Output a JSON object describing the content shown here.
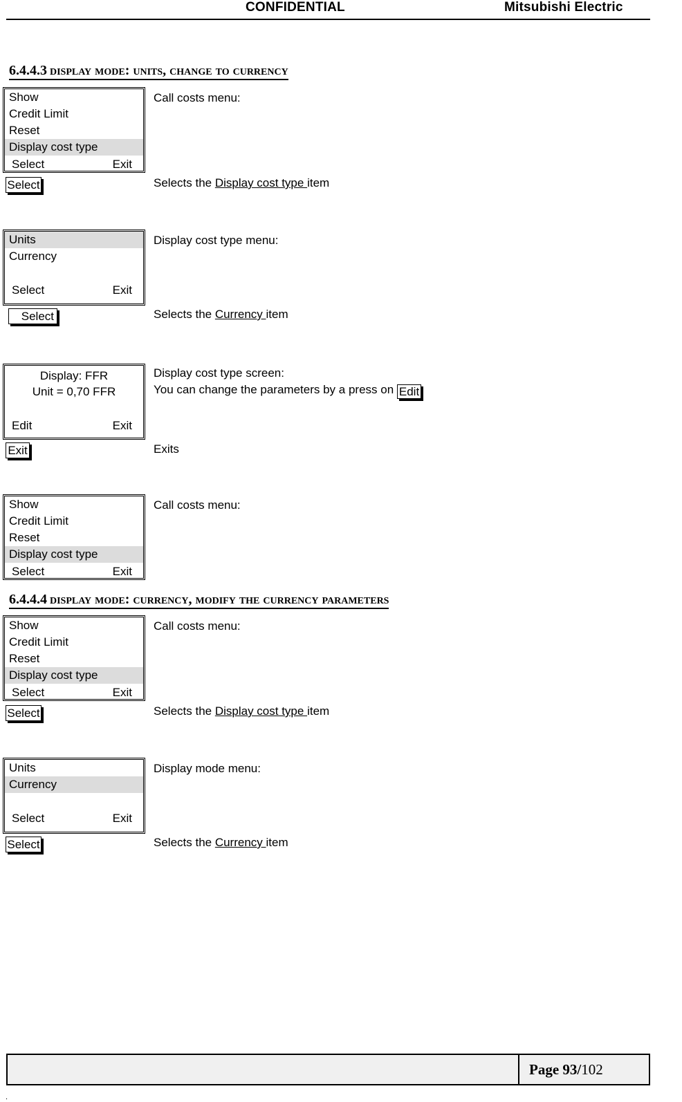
{
  "header": {
    "confidential": "CONFIDENTIAL",
    "company": "Mitsubishi Electric"
  },
  "footer": {
    "page_label": "Page 93/",
    "page_total": "102",
    "end_mark": "."
  },
  "sections": [
    {
      "number": "6.4.4.3",
      "title": "Display mode: units, change to currency"
    },
    {
      "number": "6.4.4.4",
      "title": "Display mode: currency, modify the currency parameters"
    }
  ],
  "panels": [
    {
      "id": "panel-call-costs-1",
      "rows": [
        "Show",
        "Credit Limit",
        "Reset",
        "Display cost type"
      ],
      "selected_index": 3,
      "softkey_left": "Select",
      "softkey_right": "Exit",
      "caption": "Call costs menu:"
    },
    {
      "id": "panel-display-cost-type-1",
      "rows": [
        "Units",
        "Currency",
        ""
      ],
      "selected_index": 0,
      "softkey_left": "Select",
      "softkey_right": "Exit",
      "caption": "Display cost type menu:"
    },
    {
      "id": "panel-display-cost-type-screen",
      "rows": [
        "Display: FFR",
        "Unit = 0,70 FFR",
        ""
      ],
      "selected_index": -1,
      "softkey_left": "Edit",
      "softkey_right": "Exit",
      "caption": "Display cost type screen:"
    },
    {
      "id": "panel-call-costs-2",
      "rows": [
        "Show",
        "Credit Limit",
        "Reset",
        "Display cost type"
      ],
      "selected_index": 3,
      "softkey_left": "Select",
      "softkey_right": "Exit",
      "caption": "Call costs menu:"
    },
    {
      "id": "panel-call-costs-3",
      "rows": [
        "Show",
        "Credit Limit",
        "Reset",
        "Display cost type"
      ],
      "selected_index": 3,
      "softkey_left": "Select",
      "softkey_right": "Exit",
      "caption": "Call costs menu:"
    },
    {
      "id": "panel-display-mode-menu",
      "rows": [
        "Units",
        "Currency",
        ""
      ],
      "selected_index": 1,
      "softkey_left": "Select",
      "softkey_right": "Exit",
      "caption": "Display mode menu:"
    }
  ],
  "keys": {
    "select": "Select",
    "exit": "Exit",
    "edit": "Edit"
  },
  "annotations": {
    "selects_display_cost_type_pre": "Selects the ",
    "selects_display_cost_type_link": "Display cost type ",
    "selects_display_cost_type_post": "item",
    "selects_currency_pre": "Selects the ",
    "selects_currency_link": "Currency ",
    "selects_currency_post": "item",
    "change_params_pre": "You can change the parameters by a press on ",
    "exits": "Exits"
  }
}
